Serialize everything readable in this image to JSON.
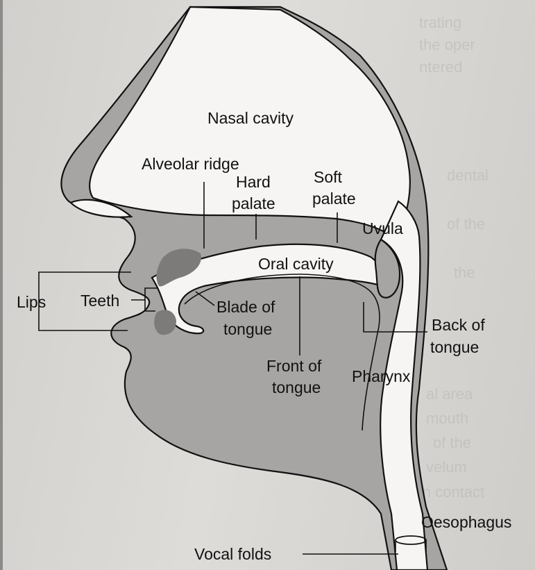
{
  "diagram": {
    "labels": {
      "nasal_cavity": "Nasal cavity",
      "alveolar_ridge": "Alveolar ridge",
      "hard_palate_1": "Hard",
      "hard_palate_2": "palate",
      "soft_palate_1": "Soft",
      "soft_palate_2": "palate",
      "uvula": "Uvula",
      "oral_cavity": "Oral cavity",
      "lips": "Lips",
      "teeth": "Teeth",
      "blade_1": "Blade of",
      "blade_2": "tongue",
      "back_1": "Back of",
      "back_2": "tongue",
      "front_1": "Front of",
      "front_2": "tongue",
      "pharynx": "Pharynx",
      "oesophagus": "Oesophagus",
      "vocal_folds": "Vocal folds"
    },
    "colors": {
      "tissue": "#a7a5a3",
      "cavity": "#f6f5f3",
      "teeth_ridge": "#7d7b7a",
      "page": "#dcdad7"
    }
  }
}
